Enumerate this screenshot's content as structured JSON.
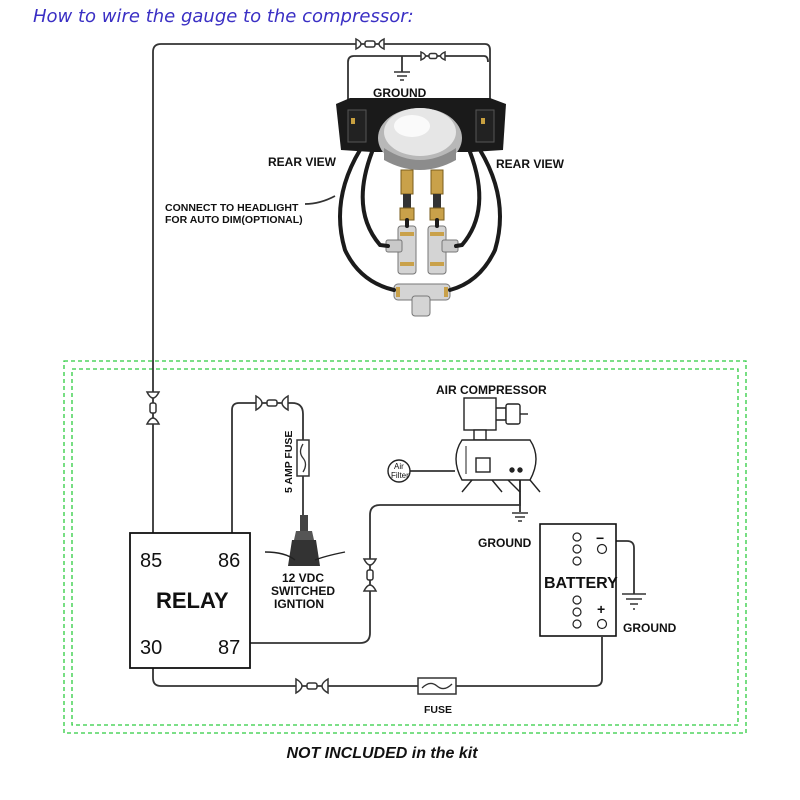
{
  "title": "How to wire the gauge to the compressor:",
  "gauge": {
    "ground_label": "GROUND",
    "rear_view_left": "REAR VIEW",
    "rear_view_right": "REAR VIEW",
    "headlight_line1": "CONNECT TO HEADLIGHT",
    "headlight_line2": "FOR AUTO DIM(OPTIONAL)"
  },
  "relay": {
    "label": "RELAY",
    "pin_85": "85",
    "pin_86": "86",
    "pin_30": "30",
    "pin_87": "87"
  },
  "fuse_5a_label": "5 AMP FUSE",
  "ignition": {
    "line1": "12 VDC",
    "line2": "SWITCHED",
    "line3": "IGNTION"
  },
  "compressor": {
    "label": "AIR COMPRESSOR",
    "filter_line1": "Air",
    "filter_line2": "Filter",
    "ground_label": "GROUND"
  },
  "battery": {
    "label": "BATTERY",
    "minus": "−",
    "plus": "+",
    "ground_label": "GROUND"
  },
  "fuse_label": "FUSE",
  "footer": "NOT INCLUDED in the kit",
  "colors": {
    "title": "#3a2fc4",
    "dashed_border": "#2ecc40",
    "wire": "#333333"
  }
}
